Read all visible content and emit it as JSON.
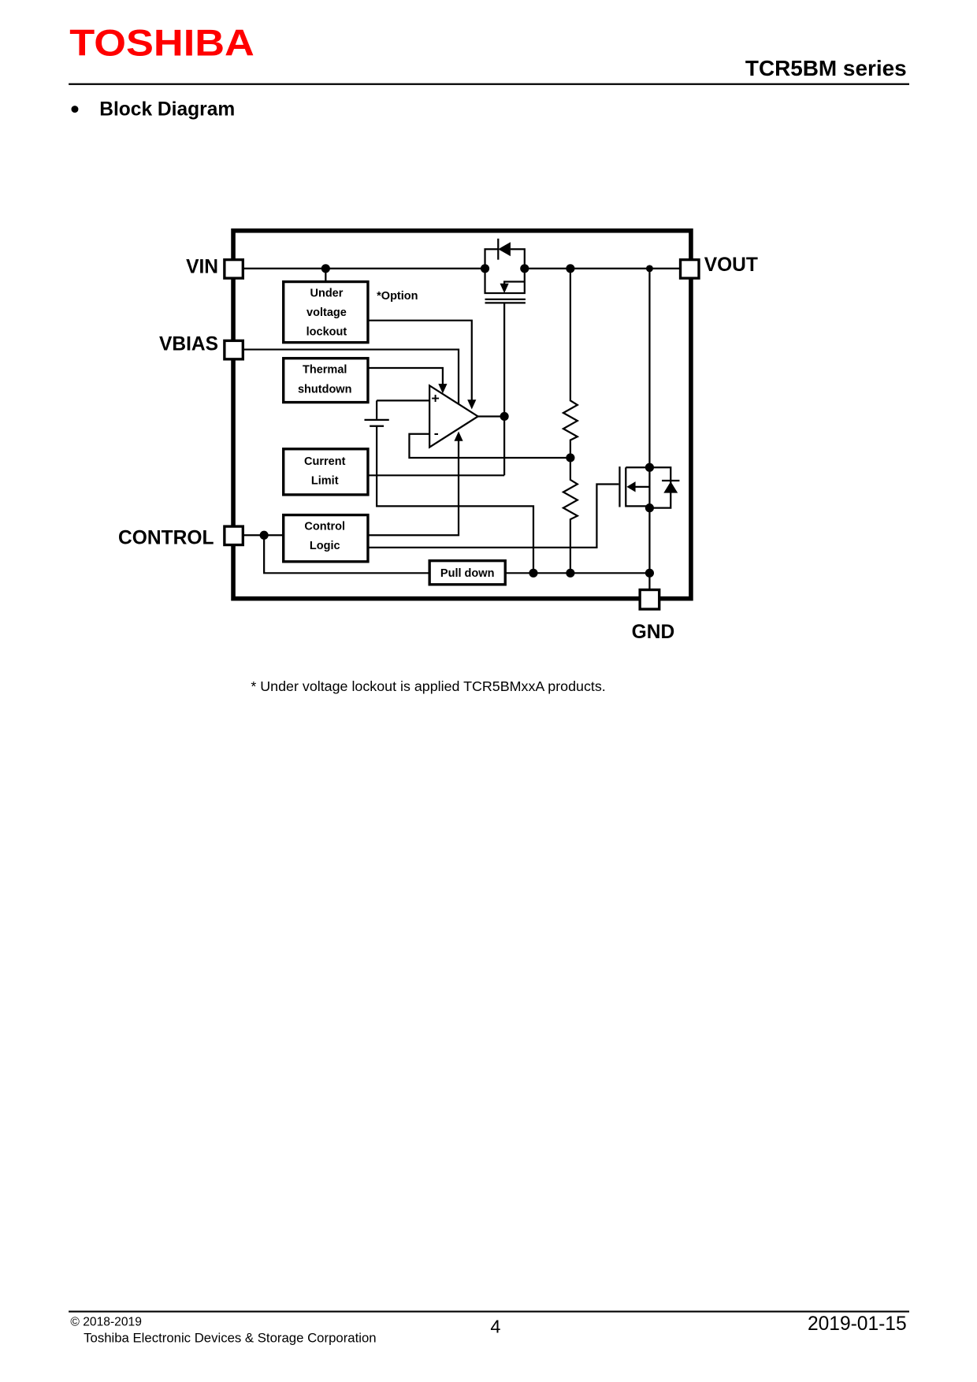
{
  "header": {
    "logo": "TOSHIBA",
    "series": "TCR5BM series",
    "logo_color": "#ff0000"
  },
  "section_title": "Block Diagram",
  "diagram": {
    "pins": {
      "vin": "VIN",
      "vbias": "VBIAS",
      "control": "CONTROL",
      "vout": "VOUT",
      "gnd": "GND"
    },
    "blocks": {
      "uvlo": [
        "Under",
        "voltage",
        "lockout"
      ],
      "thermal": [
        "Thermal",
        "shutdown"
      ],
      "current": [
        "Current",
        "Limit"
      ],
      "control": [
        "Control",
        "Logic"
      ],
      "pulldown": "Pull down"
    },
    "option_note": "*Option",
    "opamp_plus": "+",
    "opamp_minus": "-"
  },
  "footnote": "* Under voltage lockout is applied TCR5BMxxA products.",
  "footer": {
    "copyright": "© 2018-2019",
    "company": "Toshiba Electronic Devices & Storage Corporation",
    "page": "4",
    "date": "2019-01-15"
  }
}
